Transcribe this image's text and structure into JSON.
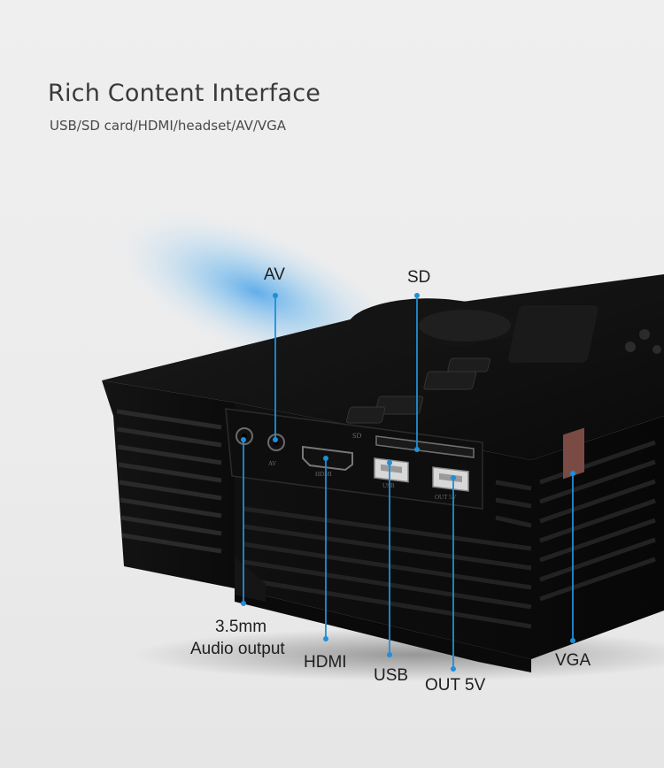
{
  "headline": {
    "title": "Rich Content Interface",
    "subtitle": "USB/SD card/HDMI/headset/AV/VGA"
  },
  "callouts": {
    "av": "AV",
    "sd": "SD",
    "audio_line1": "3.5mm",
    "audio_line2": "Audio output",
    "hdmi": "HDMI",
    "usb": "USB",
    "out5v": "OUT 5V",
    "vga": "VGA"
  },
  "device_markings": {
    "av": "AV",
    "hdmi": "HDMI",
    "usb": "USB",
    "out5v": "OUT 5V",
    "sd": "SD"
  },
  "colors": {
    "accent_line": "#1f8fd8",
    "device_body": "#0c0c0c",
    "light_glow": "#6fb8ee"
  }
}
